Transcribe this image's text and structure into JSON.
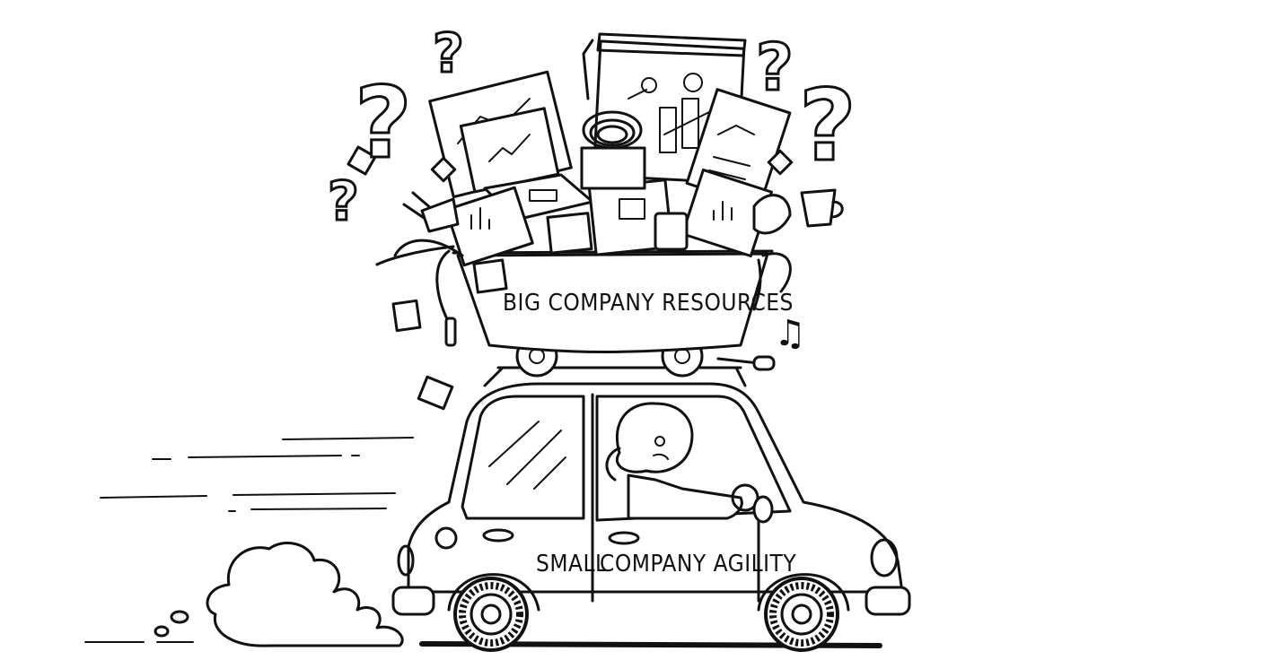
{
  "illustration": {
    "cart_label": "BIG COMPANY RESOURCES",
    "car_label_left": "SMALL",
    "car_label_right": "COMPANY AGILITY",
    "question_mark": "?",
    "music_note": "♫"
  },
  "colors": {
    "ink": "#111111",
    "background": "#ffffff"
  }
}
